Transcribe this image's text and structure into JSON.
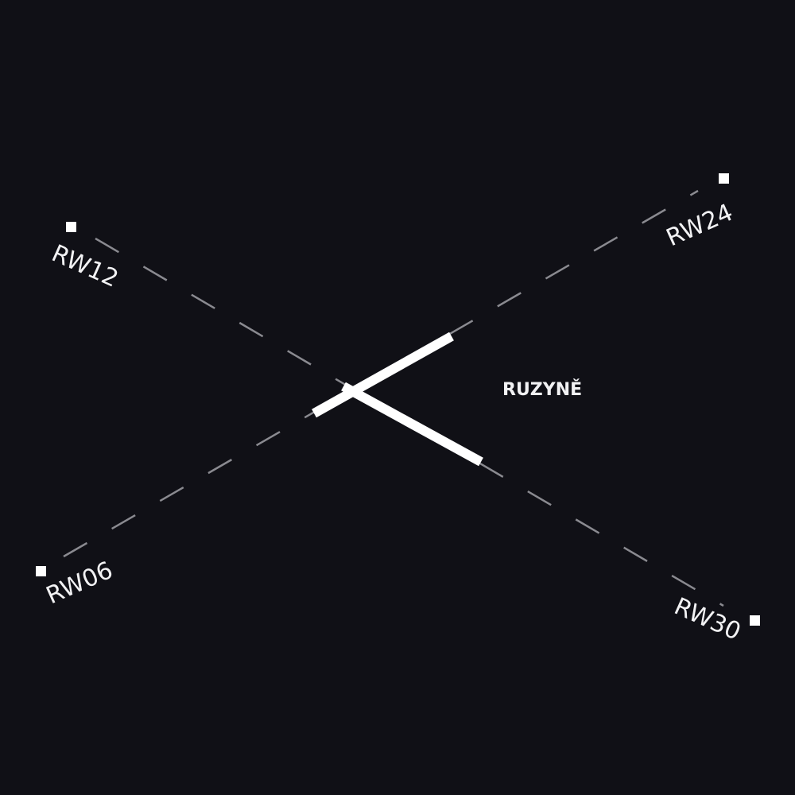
{
  "airport": {
    "name": "RUZYNĚ"
  },
  "runway_ends": [
    {
      "id": "rw12",
      "label": "RW12"
    },
    {
      "id": "rw24",
      "label": "RW24"
    },
    {
      "id": "rw06",
      "label": "RW06"
    },
    {
      "id": "rw30",
      "label": "RW30"
    }
  ],
  "colors": {
    "background": "#101016",
    "runway": "#ffffff",
    "centerline": "#8a8a90",
    "text": "#f2f2f4"
  }
}
